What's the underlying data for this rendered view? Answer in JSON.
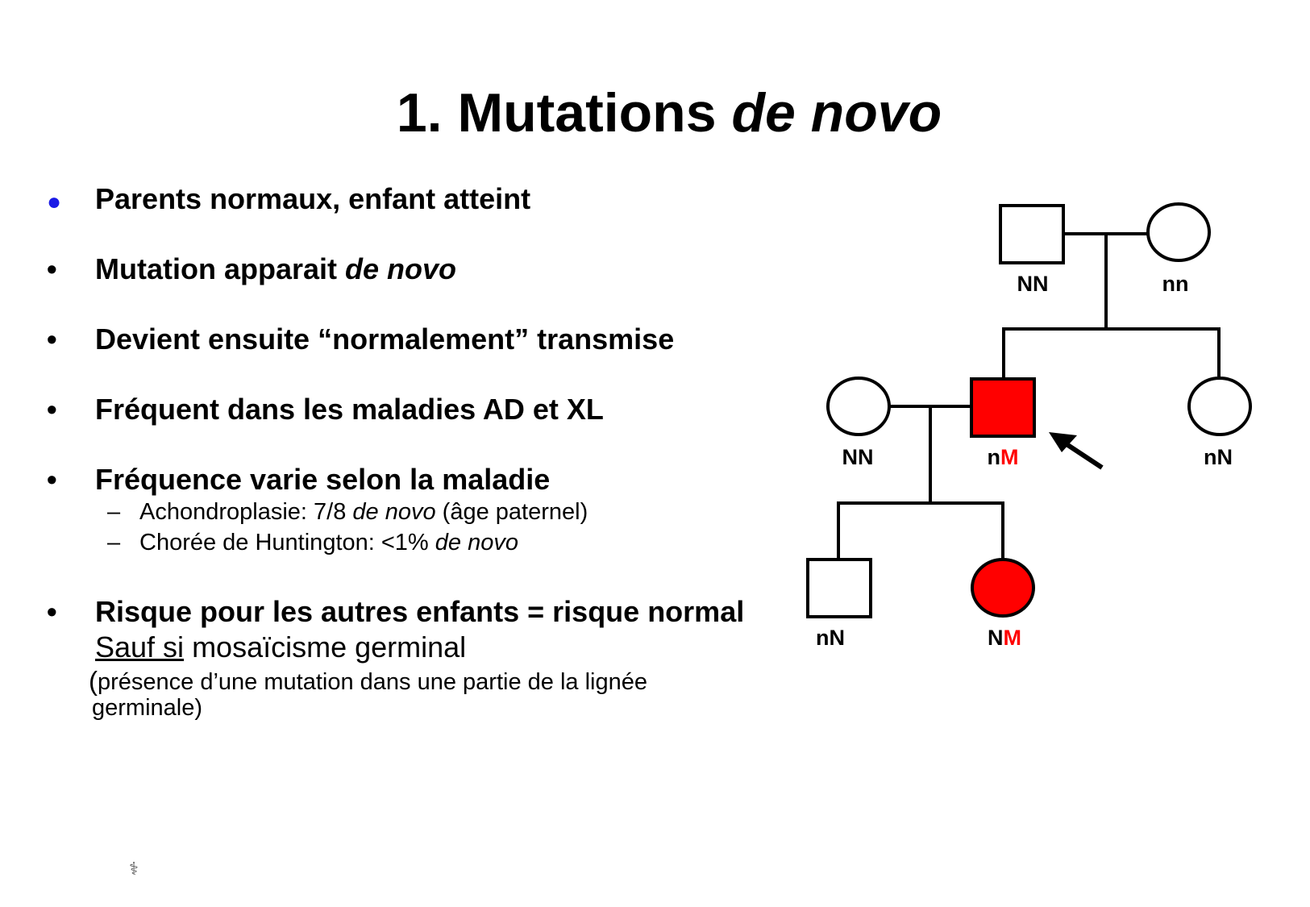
{
  "title": {
    "main": "1. Mutations ",
    "italic": "de novo"
  },
  "bullets": [
    {
      "text": "Parents normaux, enfant atteint"
    },
    {
      "text": "Mutation apparait ",
      "italic": "de novo"
    },
    {
      "text": "Devient ensuite “normalement” transmise"
    },
    {
      "text": "Fréquent dans les maladies AD et XL"
    },
    {
      "text": "Fréquence varie selon la maladie",
      "subitems": [
        {
          "pre": "Achondroplasie: 7/8 ",
          "italic": "de novo",
          "post": " (âge paternel)"
        },
        {
          "pre": "Chorée de Huntington: <1% ",
          "italic": "de novo",
          "post": ""
        }
      ]
    },
    {
      "text": "Risque pour les autres enfants = risque normal"
    }
  ],
  "note": {
    "underlined": "Sauf si",
    "rest": " mosaïcisme germinal",
    "paren_open": "(",
    "line1": "présence d’une mutation dans une partie de la lignée",
    "line2": "germinale)"
  },
  "bullet_glyph": "•",
  "dash_glyph": "–",
  "pedigree": {
    "gen1_father": "NN",
    "gen1_mother": "nn",
    "gen2_spouse": "NN",
    "gen2_proband": {
      "a": "n",
      "b": "M"
    },
    "gen2_sister": "nN",
    "gen3_son": "nN",
    "gen3_daughter": {
      "a": "N",
      "b": "M"
    }
  },
  "colors": {
    "affected": "#ff0000",
    "bullet_blue": "#1a1ae6",
    "line": "#000000"
  },
  "icons": {
    "bottom_glyph": "caduceus-icon"
  }
}
